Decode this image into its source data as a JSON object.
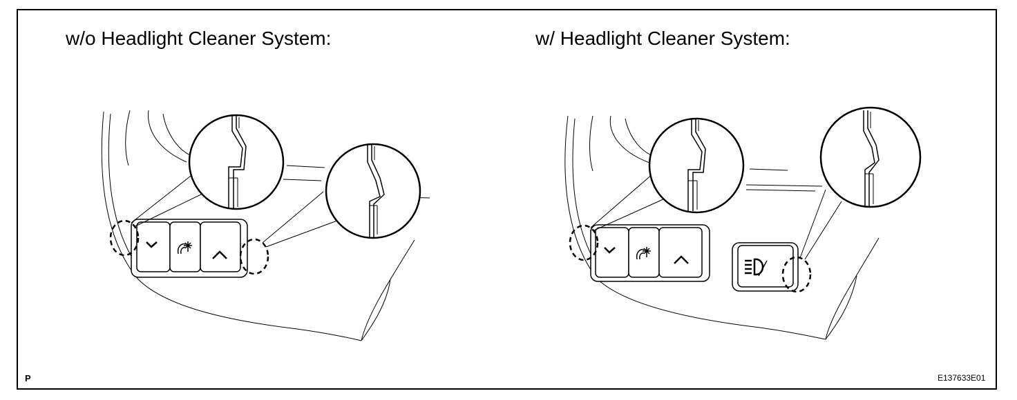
{
  "diagram": {
    "left_panel": {
      "title": "w/o Headlight Cleaner System:"
    },
    "right_panel": {
      "title": "w/ Headlight Cleaner System:"
    },
    "corner_left": "P",
    "corner_right": "E137633E01"
  },
  "icons": {
    "switch_down": "chevron-down-icon",
    "switch_dash_light": "dash-light-icon",
    "switch_up": "chevron-up-icon",
    "headlight_cleaner": "headlight-cleaner-icon"
  }
}
